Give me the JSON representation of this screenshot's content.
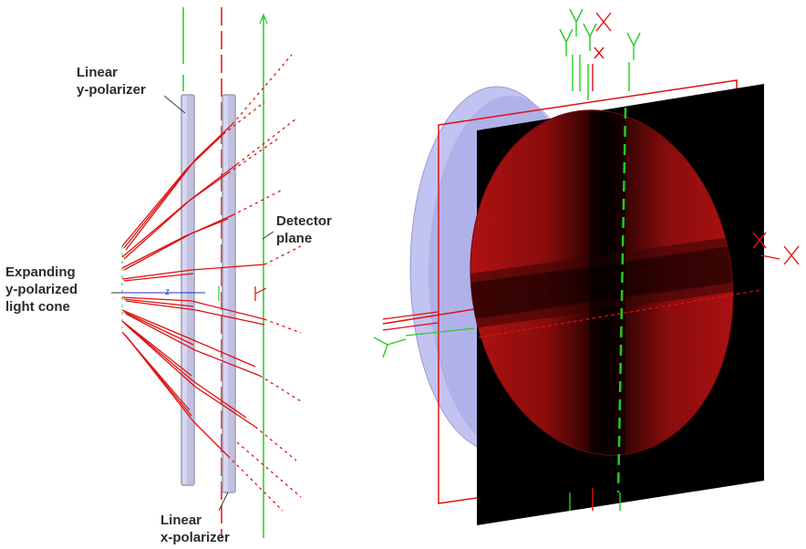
{
  "labels": {
    "y_polarizer": [
      "Linear",
      "y-polarizer"
    ],
    "detector": [
      "Detector",
      "plane"
    ],
    "cone": [
      "Expanding",
      "y-polarized",
      "light cone"
    ],
    "x_polarizer": [
      "Linear",
      "x-polarizer"
    ],
    "axis_z": "z"
  },
  "colors": {
    "ray": "#e01010",
    "green_axis": "#22cc22",
    "polarizer_fill": "#c8c8f0",
    "polarizer_edge": "#9a9ab0",
    "detector_bg": "#000000",
    "callout": "#3a3a3a",
    "z_axis": "#2a2ad0"
  },
  "icons": [
    "callout-arrow",
    "axis-triad-x",
    "axis-triad-y"
  ]
}
